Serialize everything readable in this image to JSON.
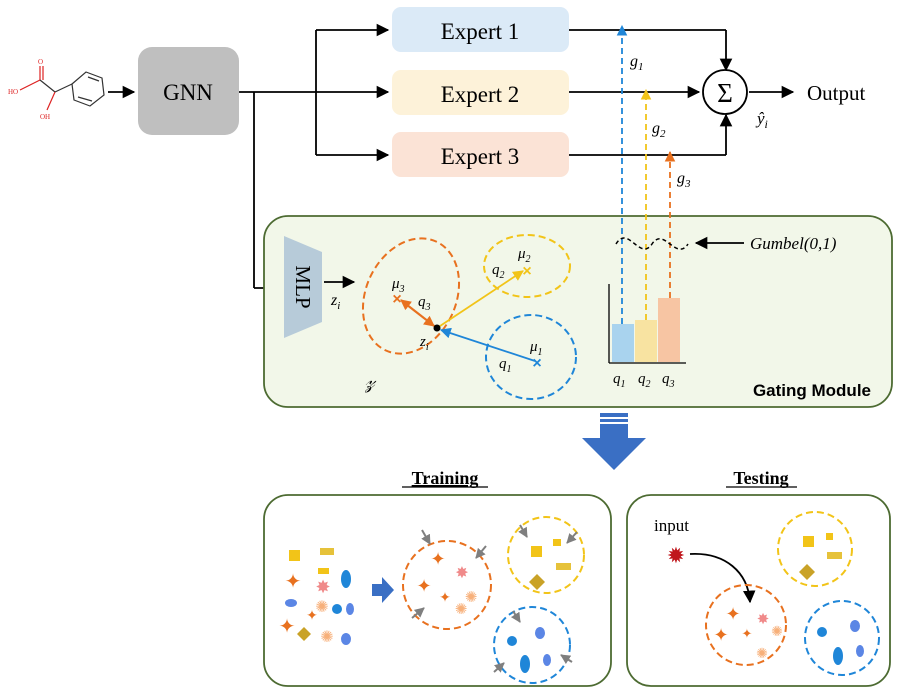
{
  "gnn_label": "GNN",
  "experts": [
    "Expert 1",
    "Expert 2",
    "Expert 3"
  ],
  "sum_symbol": "Σ",
  "output_label": "Output",
  "y_hat": "ŷ",
  "y_sub": "i",
  "g_labels": [
    "g",
    "g",
    "g"
  ],
  "g_subs": [
    "1",
    "2",
    "3"
  ],
  "gumbel_label": "Gumbel(0,1)",
  "mlp_label": "MLP",
  "z_label": "z",
  "z_sub": "i",
  "mu_labels": [
    "μ",
    "μ",
    "μ"
  ],
  "mu_subs": [
    "1",
    "2",
    "3"
  ],
  "q_labels": [
    "q",
    "q",
    "q"
  ],
  "q_subs": [
    "1",
    "2",
    "3"
  ],
  "space_label": "𝓏",
  "gating_title": "Gating Module",
  "training_title": "Training",
  "testing_title": "Testing",
  "input_label": "input",
  "molecule_labels": [
    "O",
    "HO",
    "OH"
  ],
  "colors": {
    "expert1_fill": "#dbeaf7",
    "expert2_fill": "#fdf2d9",
    "expert3_fill": "#fbe3d6",
    "gating_fill": "#f2f7e9",
    "gating_border": "#4d6b32",
    "blue": "#1f86d8",
    "yellow": "#f2c418",
    "orange": "#e8711f",
    "down_arrow": "#3a6fc4",
    "gnn_fill": "#bfbfbf"
  }
}
